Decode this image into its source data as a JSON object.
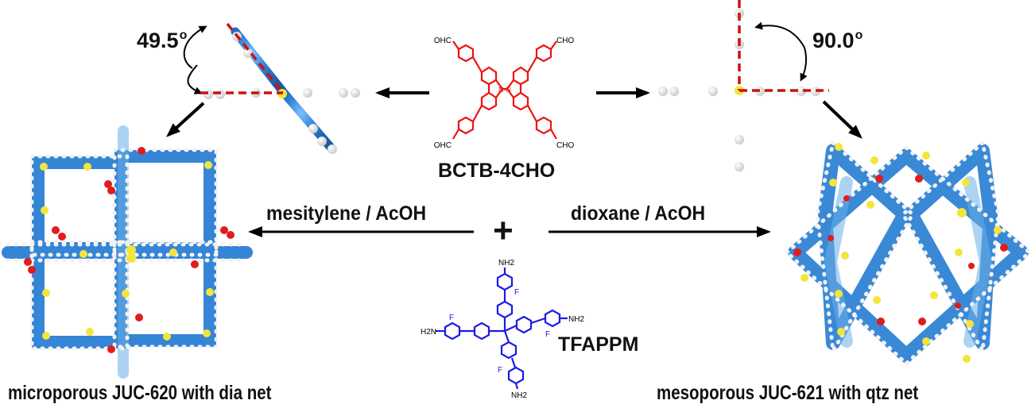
{
  "figure": {
    "left_angle": {
      "value": "49.5",
      "unit": "o"
    },
    "right_angle": {
      "value": "90.0",
      "unit": "o"
    },
    "aldehyde": {
      "name": "BCTB-4CHO",
      "groups": [
        "OHC",
        "CHO",
        "OHC",
        "CHO"
      ],
      "linker": "N-N",
      "color": "#ee1111"
    },
    "amine": {
      "name": "TFAPPM",
      "amino_groups": [
        "NH2",
        "H2N",
        "NH2",
        "NH2"
      ],
      "fluoro": [
        "F",
        "F",
        "F",
        "F"
      ],
      "color": "#1a1ae6"
    },
    "plus_sign": "+",
    "conditions": {
      "left": "mesitylene / AcOH",
      "right": "dioxane / AcOH"
    },
    "products": {
      "left": "microporous JUC-620 with dia net",
      "right": "mesoporous JUC-621 with qtz net"
    },
    "colors": {
      "framework_blue": "#2a7fd4",
      "hydrogen_white": "#f2f2f2",
      "oxygen_red": "#e01c1c",
      "nitrogen_yellow": "#f2e63a",
      "dash_line": "#cc1111"
    }
  }
}
